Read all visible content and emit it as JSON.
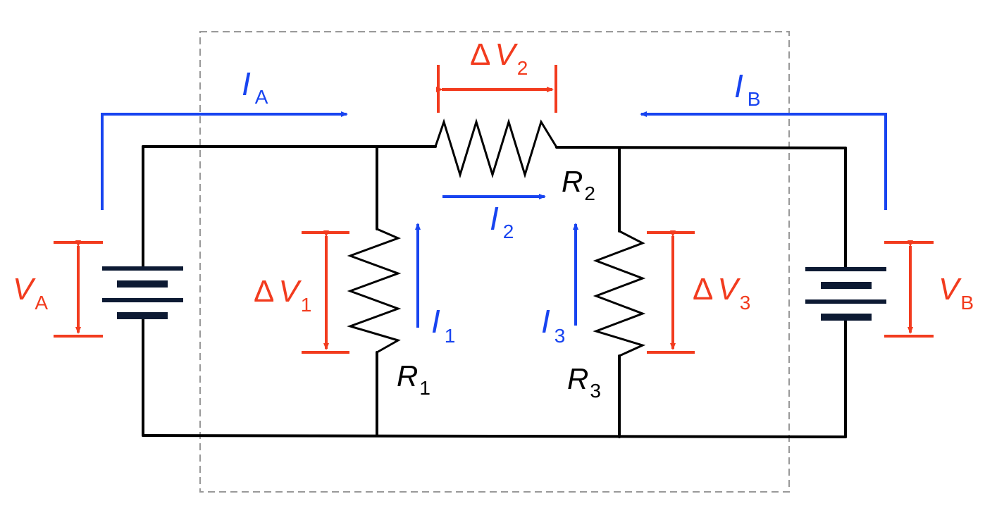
{
  "colors": {
    "wire": "#000000",
    "voltage": "#f23b1e",
    "current": "#1844f0",
    "battery": "#0d1a33",
    "boundary": "#999999"
  },
  "labels": {
    "delta": "Δ",
    "va_main": "V",
    "va_sub": "A",
    "vb_main": "V",
    "vb_sub": "B",
    "ia_main": "I",
    "ia_sub": "A",
    "ib_main": "I",
    "ib_sub": "B",
    "i1_main": "I",
    "i1_sub": "1",
    "i2_main": "I",
    "i2_sub": "2",
    "i3_main": "I",
    "i3_sub": "3",
    "dv1_main": "V",
    "dv1_sub": "1",
    "dv2_main": "V",
    "dv2_sub": "2",
    "dv3_main": "V",
    "dv3_sub": "3",
    "r1_main": "R",
    "r1_sub": "1",
    "r2_main": "R",
    "r2_sub": "2",
    "r3_main": "R",
    "r3_sub": "3"
  }
}
